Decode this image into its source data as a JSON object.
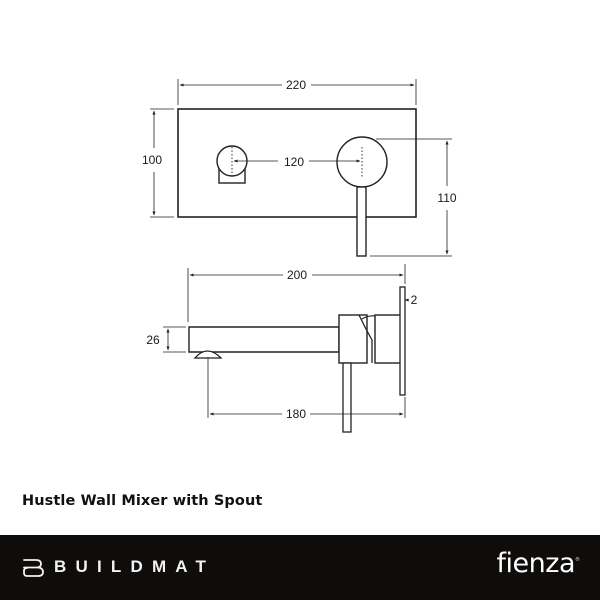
{
  "product": {
    "title": "Hustle Wall Mixer with Spout"
  },
  "front_view": {
    "dimensions": {
      "plate_width": "220",
      "plate_height": "100",
      "centre_distance": "120",
      "lever_drop": "110"
    }
  },
  "side_view": {
    "dimensions": {
      "overall_projection": "200",
      "spout_height": "26",
      "spout_reach": "180",
      "plate_thickness": "2"
    }
  },
  "footer": {
    "retailer": "BUILDMAT",
    "brand": "fienza",
    "brand_reg": "®",
    "background_color": "#0f0d0b",
    "text_color": "#ffffff"
  }
}
